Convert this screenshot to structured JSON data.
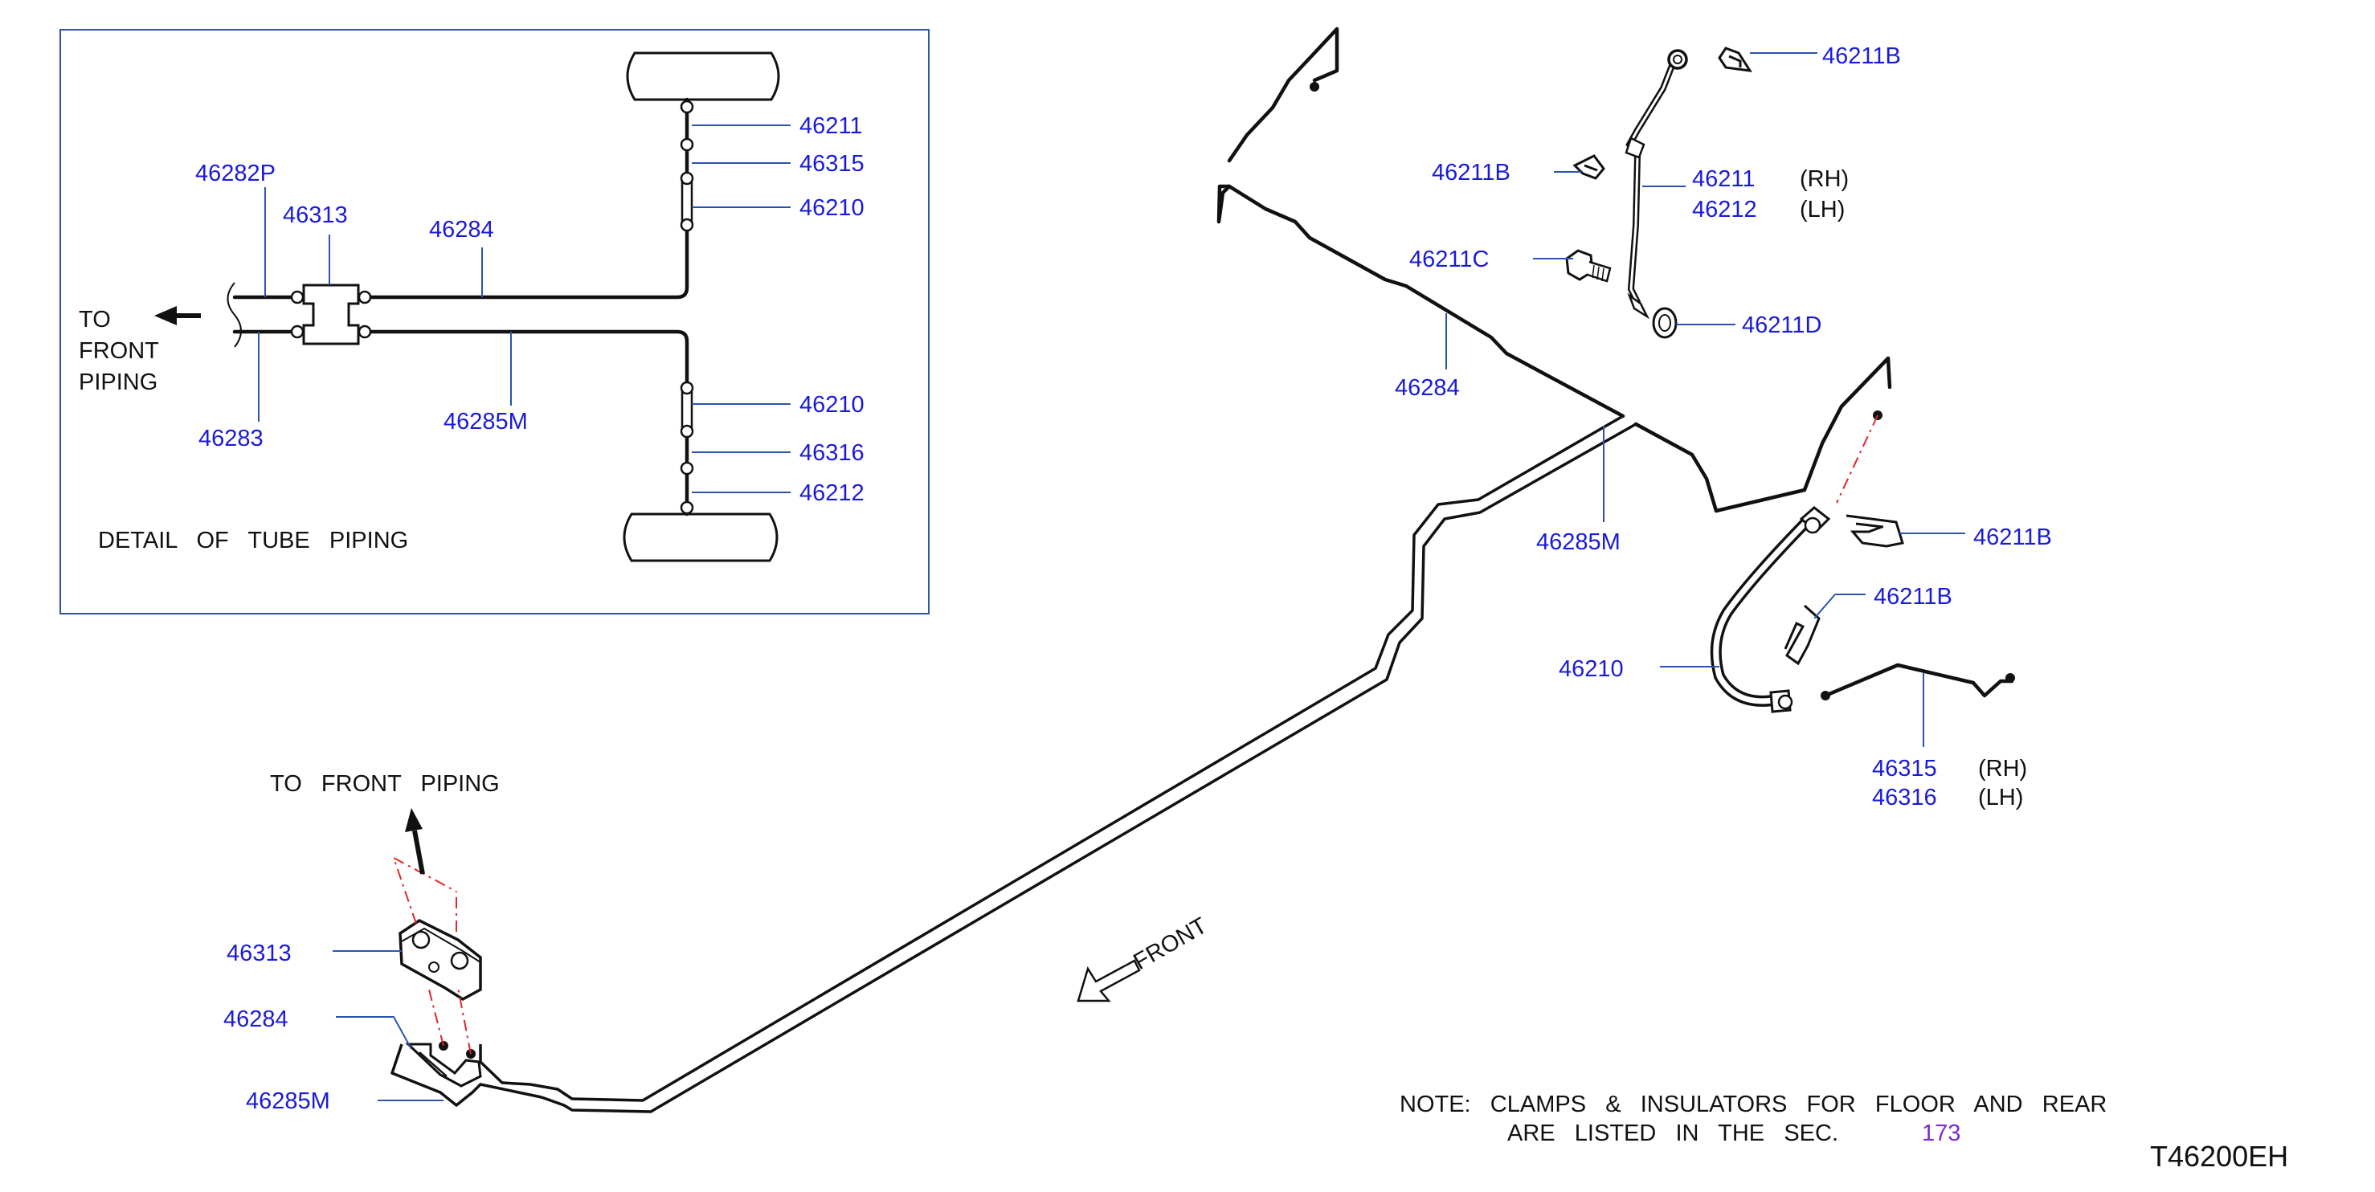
{
  "detail": {
    "title": "DETAIL   OF   TUBE   PIPING",
    "to_front": [
      "TO",
      "FRONT",
      "PIPING"
    ],
    "labels": {
      "p46282P": "46282P",
      "p46313": "46313",
      "p46284": "46284",
      "p46283": "46283",
      "p46285M": "46285M",
      "p46211": "46211",
      "p46315": "46315",
      "p46210a": "46210",
      "p46210b": "46210",
      "p46316": "46316",
      "p46212": "46212"
    }
  },
  "main": {
    "to_front_piping": "TO   FRONT   PIPING",
    "front_arrow": "FRONT",
    "labels": {
      "p46211B_top": "46211B",
      "p46211B_left": "46211B",
      "p46211": "46211",
      "p46212": "46212",
      "rh1": "(RH)",
      "lh1": "(LH)",
      "p46211C": "46211C",
      "p46211D": "46211D",
      "p46284_upper": "46284",
      "p46285M_mid": "46285M",
      "p46211B_right1": "46211B",
      "p46211B_right2": "46211B",
      "p46210": "46210",
      "p46315": "46315",
      "p46316": "46316",
      "rh2": "(RH)",
      "lh2": "(LH)",
      "p46313": "46313",
      "p46284_lower": "46284",
      "p46285M_lower": "46285M"
    },
    "note_line1": "NOTE:   CLAMPS   &   INSULATORS   FOR   FLOOR   AND   REAR",
    "note_line2": "ARE   LISTED   IN   THE   SEC.",
    "note_ref": "173",
    "drawing_code": "T46200EH"
  }
}
